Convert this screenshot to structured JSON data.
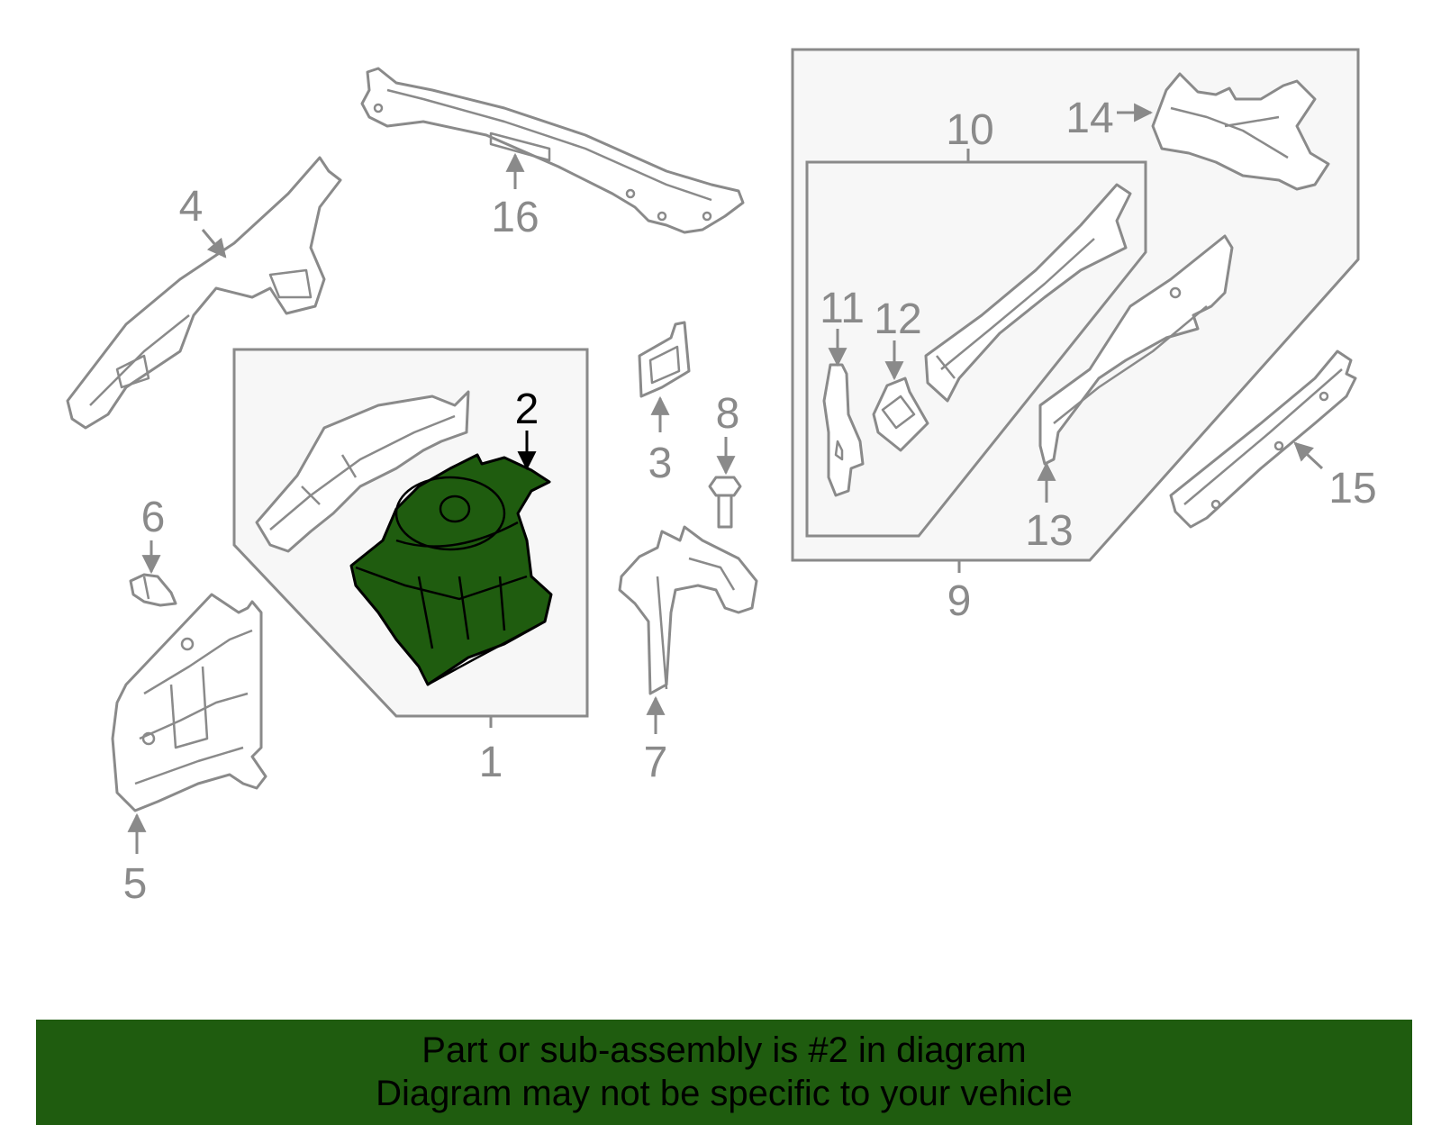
{
  "colors": {
    "highlight_fill": "#1f5c0f",
    "line_gray": "#8a8a8a",
    "box_fill": "#f7f7f7",
    "banner_bg": "#1f5c0f"
  },
  "callouts": {
    "c1": "1",
    "c2": "2",
    "c3": "3",
    "c4": "4",
    "c5": "5",
    "c6": "6",
    "c7": "7",
    "c8": "8",
    "c9": "9",
    "c10": "10",
    "c11": "11",
    "c12": "12",
    "c13": "13",
    "c14": "14",
    "c15": "15",
    "c16": "16"
  },
  "highlighted_part": "2",
  "banner": {
    "line1": "Part or sub-assembly is #2 in diagram",
    "line2": "Diagram may not be specific to your vehicle"
  }
}
